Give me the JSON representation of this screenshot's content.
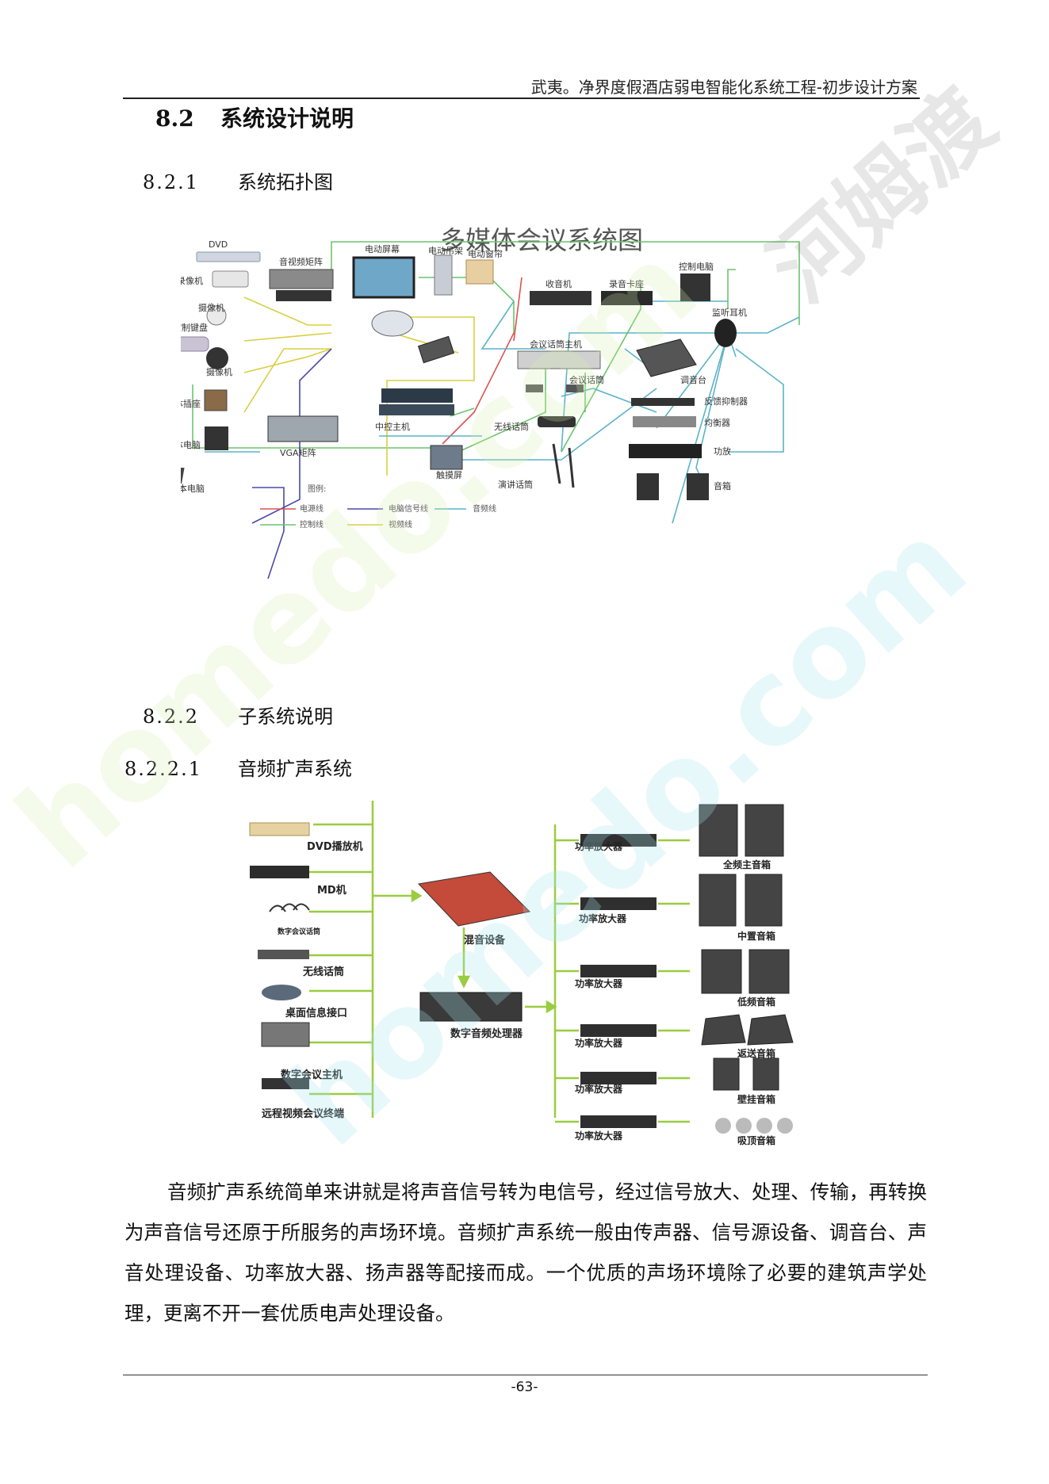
{
  "header": {
    "title": "武夷。净界度假酒店弱电智能化系统工程-初步设计方案"
  },
  "section": {
    "number": "8.2",
    "title": "系统设计说明"
  },
  "sub1": {
    "number": "8.2.1",
    "title": "系统拓扑图"
  },
  "diagram1": {
    "title": "多媒体会议系统图",
    "labels": {
      "dvd": "DVD",
      "vcr": "录像机",
      "camera1": "摄像机",
      "keyboard": "控制键盘",
      "camera2": "摄像机",
      "av_matrix": "音视频矩阵",
      "screen": "电动屏幕",
      "lift": "电动吊架",
      "curtain": "电动窗帘",
      "tuner": "收音机",
      "deck": "录音卡座",
      "ctrl_pc": "控制电脑",
      "headphone": "监听耳机",
      "conf_host": "会议话筒主机",
      "conf_mic": "会议话筒",
      "mixer": "调音台",
      "feedback": "反馈抑制器",
      "eq": "均衡器",
      "amp": "功放",
      "speaker": "音箱",
      "wireless_mic": "无线话筒",
      "lectern_mic": "演讲话筒",
      "mm_socket": "多媒体插座",
      "mm_pc": "多媒体电脑",
      "vga_matrix": "VGA矩阵",
      "central": "中控主机",
      "touch": "触摸屏",
      "laptop": "笔记本电脑"
    },
    "legend": {
      "title": "图例:",
      "items": [
        {
          "name": "电源线",
          "color": "#d9534f"
        },
        {
          "name": "电脑信号线",
          "color": "#4a4aa8"
        },
        {
          "name": "音频线",
          "color": "#5ab4c8"
        },
        {
          "name": "控制线",
          "color": "#6cc46c"
        },
        {
          "name": "视频线",
          "color": "#d8d040"
        }
      ]
    }
  },
  "sub2": {
    "number": "8.2.2",
    "title": "子系统说明"
  },
  "sub3": {
    "number": "8.2.2.1",
    "title": "音频扩声系统"
  },
  "diagram2": {
    "sources": [
      "DVD播放机",
      "MD机",
      "数字会议话筒",
      "无线话筒",
      "桌面信息接口",
      "数字会议主机",
      "远程视频会议终端"
    ],
    "mixer": "混音设备",
    "dsp": "数字音频处理器",
    "amps": [
      "功率放大器",
      "功率放大器",
      "功率放大器",
      "功率放大器",
      "功率放大器",
      "功率放大器"
    ],
    "speakers": [
      "全频主音箱",
      "中置音箱",
      "低频音箱",
      "返送音箱",
      "壁挂音箱",
      "吸顶音箱"
    ]
  },
  "paragraph": "音频扩声系统简单来讲就是将声音信号转为电信号，经过信号放大、处理、传输，再转换为声音信号还原于所服务的声场环境。音频扩声系统一般由传声器、信号源设备、调音台、声音处理设备、功率放大器、扬声器等配接而成。一个优质的声场环境除了必要的建筑声学处理，更离不开一套优质电声处理设备。",
  "footer": {
    "page": "-63-"
  },
  "watermark": {
    "text": "homedo.com",
    "brand": "河姆渡"
  }
}
